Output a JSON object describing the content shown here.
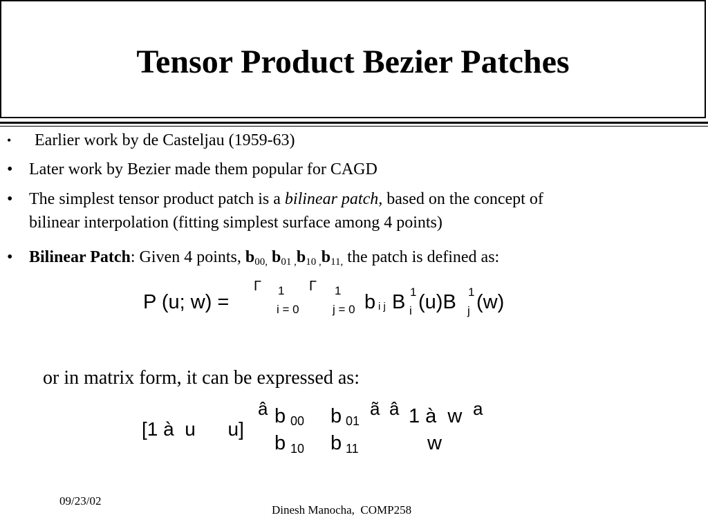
{
  "title": "Tensor Product Bezier Patches",
  "bullets": {
    "b1": "Earlier work by de Casteljau (1959-63)",
    "b2": "Later work by Bezier made them popular for CAGD",
    "b3_pre": "The simplest tensor product patch is a ",
    "b3_em": "bilinear patch,",
    "b3_post": " based on the concept of",
    "b3_line2": "bilinear interpolation (fitting simplest surface among 4 points)",
    "b4_bold": "Bilinear Patch",
    "b4_a": ": Given 4 points, ",
    "b4_p1": "b",
    "b4_p1_sub": "00,",
    "b4_p2": "b",
    "b4_p2_sub": "01 ,",
    "b4_p3": "b",
    "b4_p3_sub": "10 ,",
    "b4_p4": "b",
    "b4_p4_sub": "11,",
    "b4_tail": " the patch is defined as:"
  },
  "equation1": {
    "lhs": "P (u; w) =",
    "sum1_glyph": "Γ",
    "sum1_top": "1",
    "sum1_bottom": "i = 0",
    "sum2_glyph": "Γ",
    "sum2_top": "1",
    "sum2_bottom": "j = 0",
    "b": "b",
    "b_sub": "i j",
    "B1": "B",
    "B1_sup": "1",
    "B1_sub": "i",
    "B1_arg": "(u)B",
    "B2_sup": "1",
    "B2_sub": "j",
    "B2_arg": "(w)"
  },
  "matrix_intro": "or in matrix form, it can be expressed as:",
  "equation2": {
    "row_vector": "[1 à  u      u]",
    "glyph_a_circ": "â",
    "b00": "b",
    "b00_sub": "00",
    "b01": "b",
    "b01_sub": "01",
    "glyph_a_tilde": "ã",
    "glyph_a_circ2": "â",
    "col_top": "1 à  w",
    "glyph_a_top": "a",
    "b10": "b",
    "b10_sub": "10",
    "b11": "b",
    "b11_sub": "11",
    "col_bottom": "w"
  },
  "footer": {
    "date": "09/23/02",
    "author": "Dinesh Manocha,  COMP258"
  }
}
